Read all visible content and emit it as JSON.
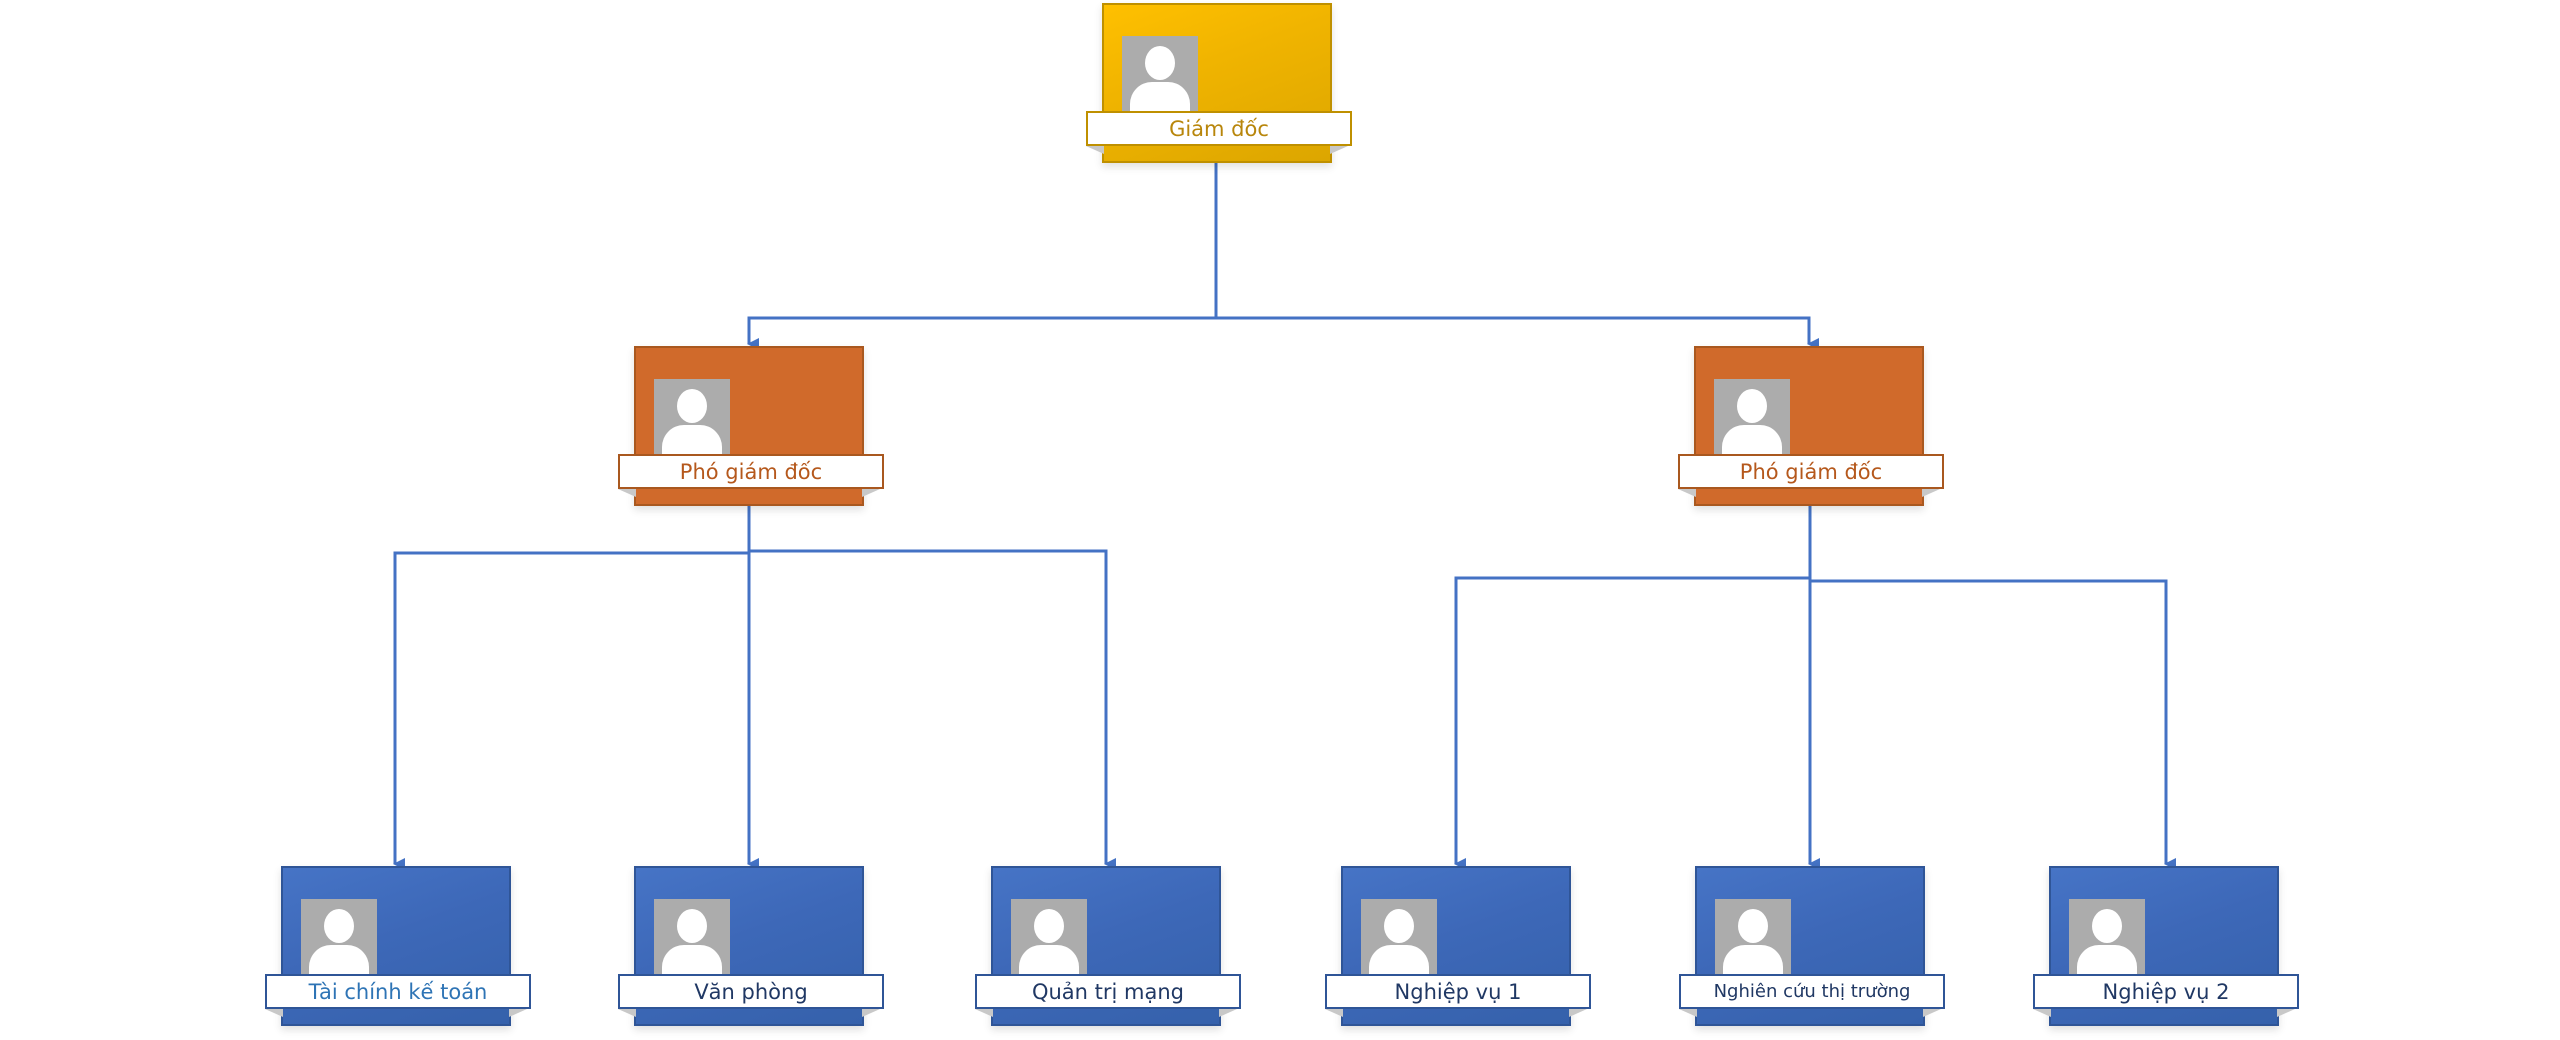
{
  "diagram": {
    "type": "organization-chart",
    "colors": {
      "connector": "#4472c4",
      "level1": "#ffc000",
      "level2": "#d06a2b",
      "level3": "#4472c4",
      "photo_placeholder": "#acacac"
    },
    "nodes": [
      {
        "id": "ceo",
        "title": "Giám đốc",
        "level": 1,
        "parent": null,
        "icon": "person-placeholder-icon"
      },
      {
        "id": "vp1",
        "title": "Phó giám đốc",
        "level": 2,
        "parent": "ceo",
        "icon": "person-placeholder-icon"
      },
      {
        "id": "vp2",
        "title": "Phó giám đốc",
        "level": 2,
        "parent": "ceo",
        "icon": "person-placeholder-icon"
      },
      {
        "id": "d1",
        "title": "Tài chính kế toán",
        "level": 3,
        "parent": "vp1",
        "icon": "person-placeholder-icon"
      },
      {
        "id": "d2",
        "title": "Văn phòng",
        "level": 3,
        "parent": "vp1",
        "icon": "person-placeholder-icon"
      },
      {
        "id": "d3",
        "title": "Quản trị mạng",
        "level": 3,
        "parent": "vp1",
        "icon": "person-placeholder-icon"
      },
      {
        "id": "d4",
        "title": "Nghiệp vụ 1",
        "level": 3,
        "parent": "vp2",
        "icon": "person-placeholder-icon"
      },
      {
        "id": "d5",
        "title": "Nghiên cứu thị trường",
        "level": 3,
        "parent": "vp2",
        "icon": "person-placeholder-icon"
      },
      {
        "id": "d6",
        "title": "Nghiệp vụ 2",
        "level": 3,
        "parent": "vp2",
        "icon": "person-placeholder-icon"
      }
    ]
  }
}
